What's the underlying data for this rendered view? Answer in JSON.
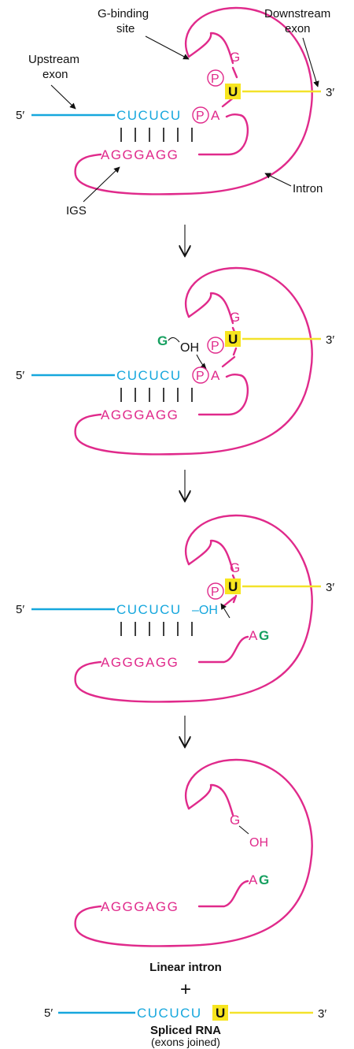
{
  "colors": {
    "intron": "#e02a8b",
    "upstream_exon": "#16a7dd",
    "downstream_exon": "#f3e22a",
    "guanosine": "#16a060",
    "u_highlight": "#f7e51f"
  },
  "labels": {
    "g_binding_1": "G-binding",
    "g_binding_2": "site",
    "downstream_1": "Downstream",
    "downstream_2": "exon",
    "upstream_1": "Upstream",
    "upstream_2": "exon",
    "intron": "Intron",
    "igs": "IGS"
  },
  "sequences": {
    "exon5": "CUCUCU",
    "igs": "AGGGAGG"
  },
  "symbols": {
    "five_prime": "5′",
    "three_prime": "3′",
    "p": "P",
    "g": "G",
    "u": "U",
    "a": "A",
    "oh": "OH",
    "oh_dash": "–OH",
    "plus": "+"
  },
  "result": {
    "linear_intron": "Linear intron",
    "spliced_rna": "Spliced RNA",
    "exons_joined": "(exons joined)",
    "spliced_seq": "CUCUCU",
    "spliced_u": "U"
  },
  "icons": [
    "down-arrow-icon",
    "phosphate-circle-icon",
    "pointer-arrow-icon"
  ]
}
